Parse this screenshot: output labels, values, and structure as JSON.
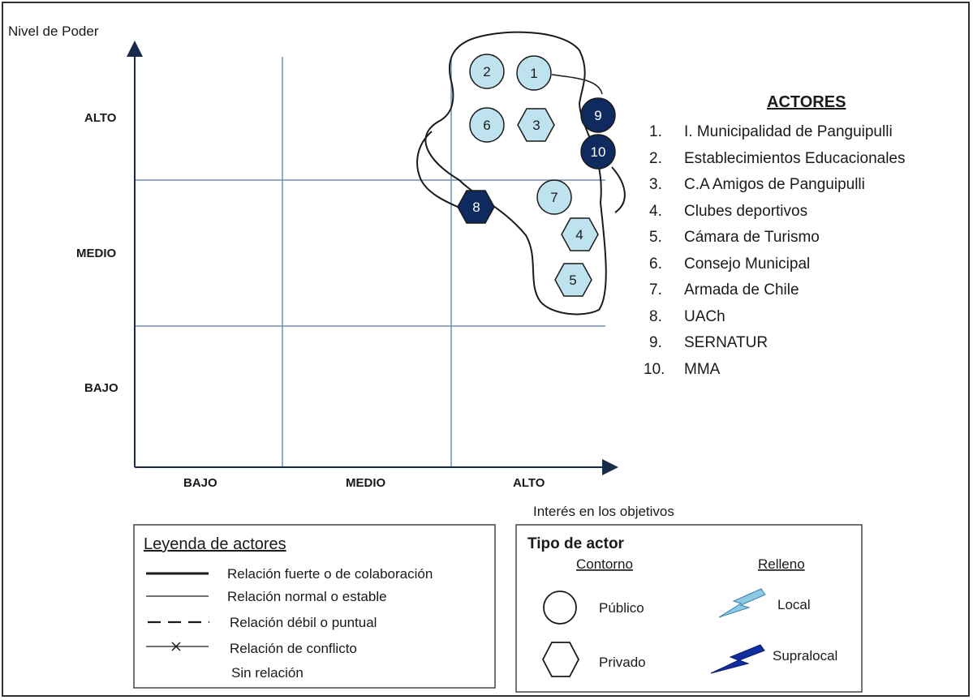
{
  "axes": {
    "y_title": "Nivel de Poder",
    "x_title": "Interés en los objetivos",
    "y_levels": [
      "ALTO",
      "MEDIO",
      "BAJO"
    ],
    "x_levels": [
      "BAJO",
      "MEDIO",
      "ALTO"
    ]
  },
  "colors": {
    "public_fill": "#bfe3ee",
    "supralocal_fill": "#0f2a5e",
    "node_stroke": "#1a1a1a",
    "grid_line": "#6f8fb4",
    "axis_line": "#1a2a4a",
    "local_bolt": "#8cc9e3",
    "supralocal_bolt": "#0f2ea0"
  },
  "nodes": [
    {
      "id": "1",
      "shape": "circle",
      "fill": "local"
    },
    {
      "id": "2",
      "shape": "circle",
      "fill": "local"
    },
    {
      "id": "3",
      "shape": "hexagon",
      "fill": "local"
    },
    {
      "id": "4",
      "shape": "hexagon",
      "fill": "local"
    },
    {
      "id": "5",
      "shape": "hexagon",
      "fill": "local"
    },
    {
      "id": "6",
      "shape": "circle",
      "fill": "local"
    },
    {
      "id": "7",
      "shape": "circle",
      "fill": "local"
    },
    {
      "id": "8",
      "shape": "hexagon",
      "fill": "supralocal"
    },
    {
      "id": "9",
      "shape": "circle",
      "fill": "supralocal"
    },
    {
      "id": "10",
      "shape": "circle",
      "fill": "supralocal"
    }
  ],
  "actors": {
    "title": "ACTORES",
    "items": [
      {
        "num": "1.",
        "label": "I. Municipalidad de Panguipulli"
      },
      {
        "num": "2.",
        "label": "Establecimientos Educacionales"
      },
      {
        "num": "3.",
        "label": "C.A Amigos de Panguipulli"
      },
      {
        "num": "4.",
        "label": "Clubes deportivos"
      },
      {
        "num": "5.",
        "label": "Cámara de Turismo"
      },
      {
        "num": "6.",
        "label": "Consejo Municipal"
      },
      {
        "num": "7.",
        "label": "Armada de Chile"
      },
      {
        "num": "8.",
        "label": "UACh"
      },
      {
        "num": "9.",
        "label": "SERNATUR"
      },
      {
        "num": "10.",
        "label": "MMA"
      }
    ]
  },
  "legend": {
    "title": "Leyenda de actores",
    "items": [
      {
        "style": "strong",
        "label": "Relación fuerte o de colaboración"
      },
      {
        "style": "normal",
        "label": "Relación normal o estable"
      },
      {
        "style": "weak",
        "label": "Relación débil o puntual"
      },
      {
        "style": "conflict",
        "label": "Relación de conflicto"
      },
      {
        "style": "none",
        "label": "Sin relación"
      }
    ]
  },
  "actor_type": {
    "title": "Tipo de actor",
    "contour_heading": "Contorno",
    "fill_heading": "Relleno",
    "public_label": "Público",
    "private_label": "Privado",
    "local_label": "Local",
    "supralocal_label": "Supralocal"
  }
}
